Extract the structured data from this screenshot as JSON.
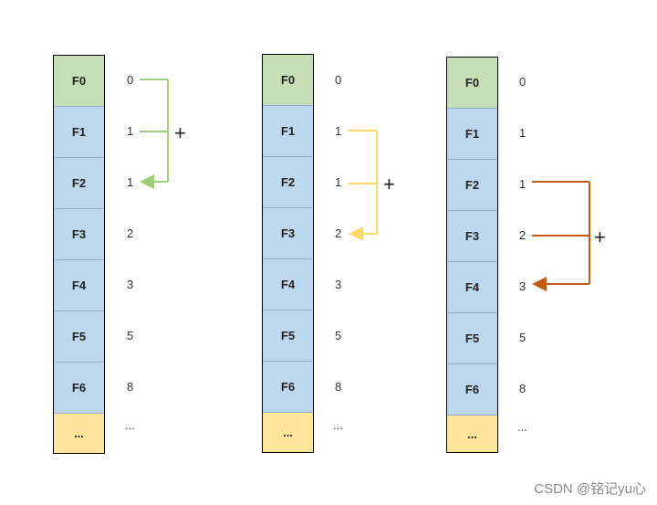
{
  "cell_labels": [
    "F0",
    "F1",
    "F2",
    "F3",
    "F4",
    "F5",
    "F6",
    "..."
  ],
  "columns": [
    {
      "values": [
        "0",
        "1",
        "1",
        "2",
        "3",
        "5",
        "8",
        "..."
      ],
      "plus": "+",
      "arrow_color": "#9bcf7a"
    },
    {
      "values": [
        "0",
        "1",
        "1",
        "2",
        "3",
        "5",
        "8",
        "..."
      ],
      "plus": "+",
      "arrow_color": "#ffd966"
    },
    {
      "values": [
        "0",
        "1",
        "1",
        "2",
        "3",
        "5",
        "8",
        "..."
      ],
      "plus": "+",
      "arrow_color": "#c55a11"
    }
  ],
  "watermark": "CSDN @铭记yu心"
}
